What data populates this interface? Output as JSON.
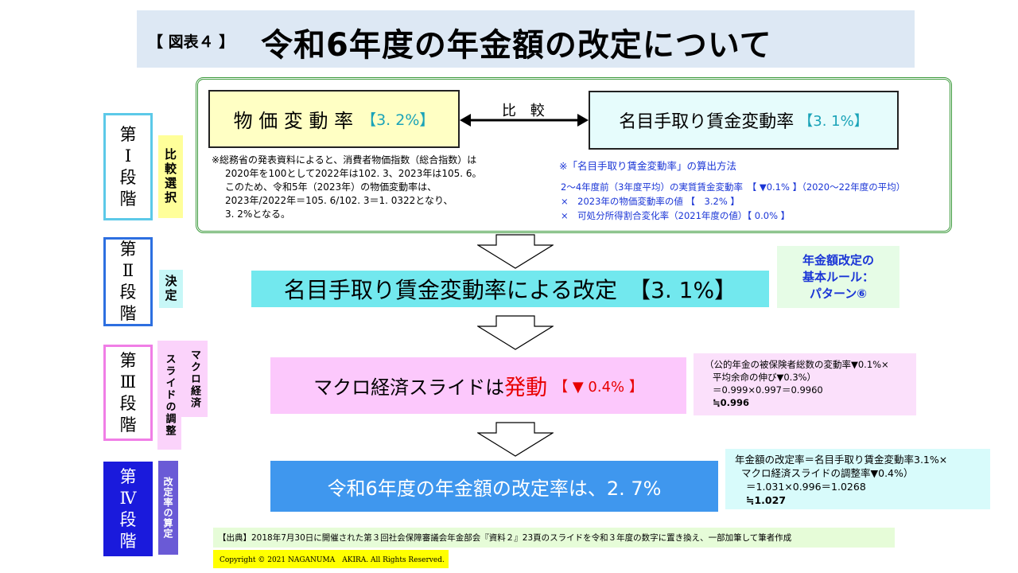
{
  "title": {
    "prefix": "【 図表４ 】",
    "main": "令和6年度の年金額の改定について"
  },
  "stages": [
    {
      "chars": [
        "第",
        "Ⅰ",
        "段",
        "階"
      ],
      "side": "比較選択",
      "color": "#5cc9e8"
    },
    {
      "chars": [
        "第",
        "Ⅱ",
        "段",
        "階"
      ],
      "side": "決定",
      "color": "#2d6fe0"
    },
    {
      "chars": [
        "第",
        "Ⅲ",
        "段",
        "階"
      ],
      "side_a": "マクロ経済",
      "side_b": "スライドの調整",
      "color": "#f07ee6"
    },
    {
      "chars": [
        "第",
        "Ⅳ",
        "段",
        "階"
      ],
      "side": "改定率の算定",
      "color": "#1a1adc"
    }
  ],
  "stage1": {
    "price_label": "物 価 変 動 率",
    "price_value": "【3. 2%】",
    "compare_label": "比 較",
    "wage_label": "名目手取り賃金変動率",
    "wage_value": "【3. 1%】",
    "price_note": [
      "※総務省の発表資料によると、消費者物価指数（総合指数）は",
      "2020年を100として2022年は102. 3、2023年は105. 6。",
      "このため、令和5年（2023年）の物価変動率は、",
      "2023年/2022年＝105. 6/102. 3＝1. 0322となり、",
      "3. 2%となる。"
    ],
    "wage_note_title": "※「名目手取り賃金変動率」の算出方法",
    "wage_note_lines": [
      "2～4年度前（3年度平均）の実質賃金変動率　【 ▼0.1% 】（2020～22年度の平均）",
      "×　2023年の物価変動率の値 【　3.2% 】",
      "×　可処分所得割合変化率（2021年度の値）【 0.0% 】"
    ]
  },
  "stage2": {
    "text": "名目手取り賃金変動率による改定",
    "value": "【3. 1%】",
    "rule_lines": [
      "年金額改定の",
      "基本ルール：",
      "パターン⑥"
    ]
  },
  "stage3": {
    "text": "マクロ経済スライドは",
    "highlight": "発動",
    "value": "【 ▼ 0.4% 】",
    "note_lines": [
      "（公的年金の被保険者総数の変動率▼0.1%×",
      "平均余命の伸び▼0.3%）",
      "＝0.999×0.997＝0.9960",
      "≒0.996"
    ]
  },
  "stage4": {
    "text": "令和6年度の年金額の改定率は、2. 7%",
    "note_lines": [
      "年金額の改定率＝名目手取り賃金変動率3.1%×",
      "マクロ経済スライドの調整率▼0.4%）",
      "＝1.031×0.996＝1.0268",
      "≒1.027"
    ]
  },
  "source": "【出典】2018年7月30日に開催された第３回社会保障審議会年金部会『資料２』23頁のスライドを令和３年度の数字に置き換え、一部加筆して筆者作成",
  "copyright": "Copyright © 2021 NAGANUMA　AKIRA. All Rights Reserved.",
  "colors": {
    "stage2_bar": "#72e8ee",
    "stage3_bar": "#fcc8fc",
    "stage4_bar": "#3f97ee",
    "note_blue": "#1a35d6",
    "accent_red": "#e80000"
  }
}
